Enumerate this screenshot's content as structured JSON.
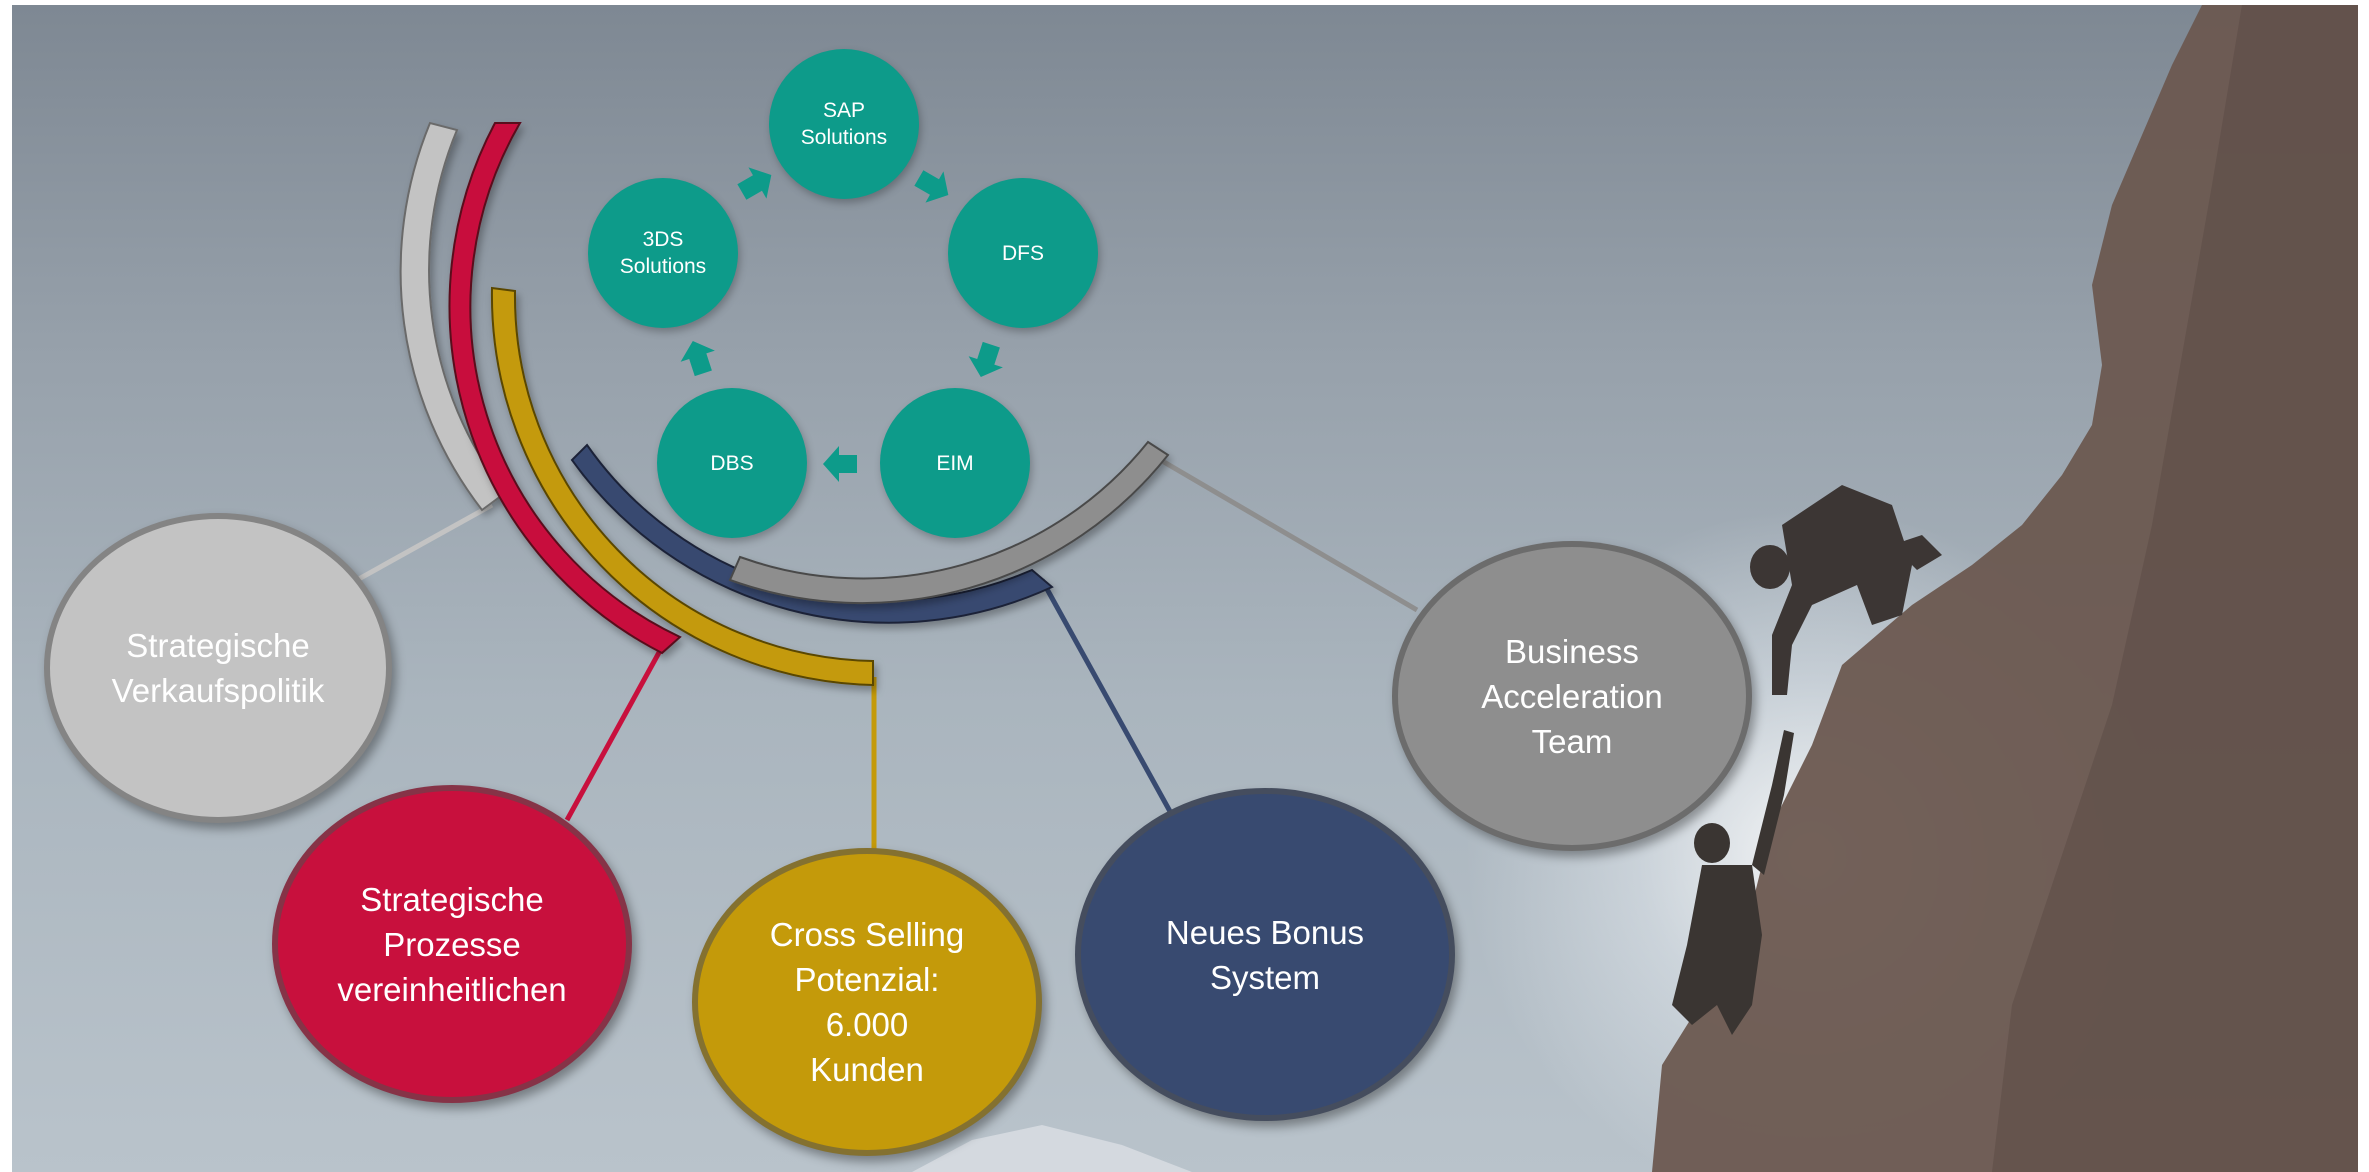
{
  "colors": {
    "cycle": "#0d9b8a",
    "gray_light": "#c3c3c3",
    "red": "#c8103d",
    "gold": "#c49a0a",
    "navy": "#384a70",
    "gray_dark": "#8e8e8e"
  },
  "cycle_nodes": [
    {
      "label": "SAP\nSolutions"
    },
    {
      "label": "DFS"
    },
    {
      "label": "EIM"
    },
    {
      "label": "DBS"
    },
    {
      "label": "3DS\nSolutions"
    }
  ],
  "outer_nodes": [
    {
      "label": "Strategische\nVerkaufspolitik",
      "color": "gray_light"
    },
    {
      "label": "Strategische\nProzesse\nvereinheitlichen",
      "color": "red"
    },
    {
      "label": "Cross Selling\nPotenzial:\n6.000\nKunden",
      "color": "gold"
    },
    {
      "label": "Neues Bonus\nSystem",
      "color": "navy"
    },
    {
      "label": "Business\nAcceleration\nTeam",
      "color": "gray_dark"
    }
  ]
}
